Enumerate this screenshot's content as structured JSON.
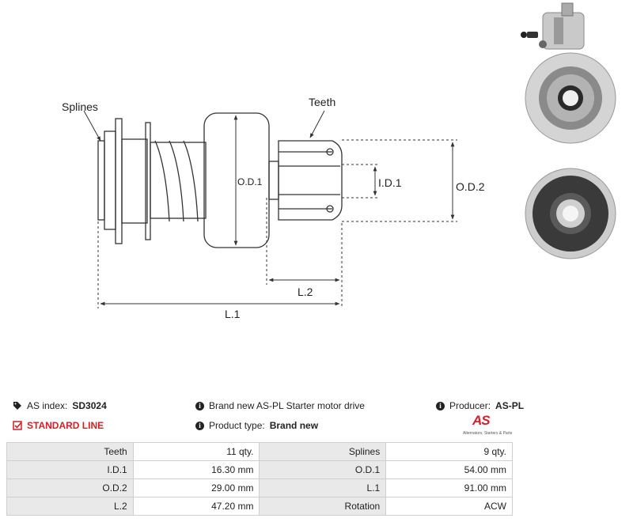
{
  "drawing": {
    "labels": {
      "splines": "Splines",
      "teeth": "Teeth",
      "od1": "O.D.1",
      "id1": "I.D.1",
      "od2": "O.D.2",
      "l2": "L.2",
      "l1": "L.1"
    }
  },
  "info": {
    "as_index_label": "AS index:",
    "as_index_value": "SD3024",
    "line_label": "STANDARD LINE",
    "description": "Brand new AS-PL Starter motor drive",
    "product_type_label": "Product type:",
    "product_type_value": "Brand new",
    "producer_label": "Producer:",
    "producer_value": "AS-PL"
  },
  "logo": {
    "mark": "AS",
    "tagline": "Alternators, Starters & Parts"
  },
  "specs": [
    {
      "label1": "Teeth",
      "value1": "11 qty.",
      "label2": "Splines",
      "value2": "9 qty."
    },
    {
      "label1": "I.D.1",
      "value1": "16.30 mm",
      "label2": "O.D.1",
      "value2": "54.00 mm"
    },
    {
      "label1": "O.D.2",
      "value1": "29.00 mm",
      "label2": "L.1",
      "value2": "91.00 mm"
    },
    {
      "label1": "L.2",
      "value1": "47.20 mm",
      "label2": "Rotation",
      "value2": "ACW"
    }
  ],
  "colors": {
    "accent": "#d41f26",
    "label_cell": "#e9e9e9",
    "border": "#cfcfcf"
  }
}
